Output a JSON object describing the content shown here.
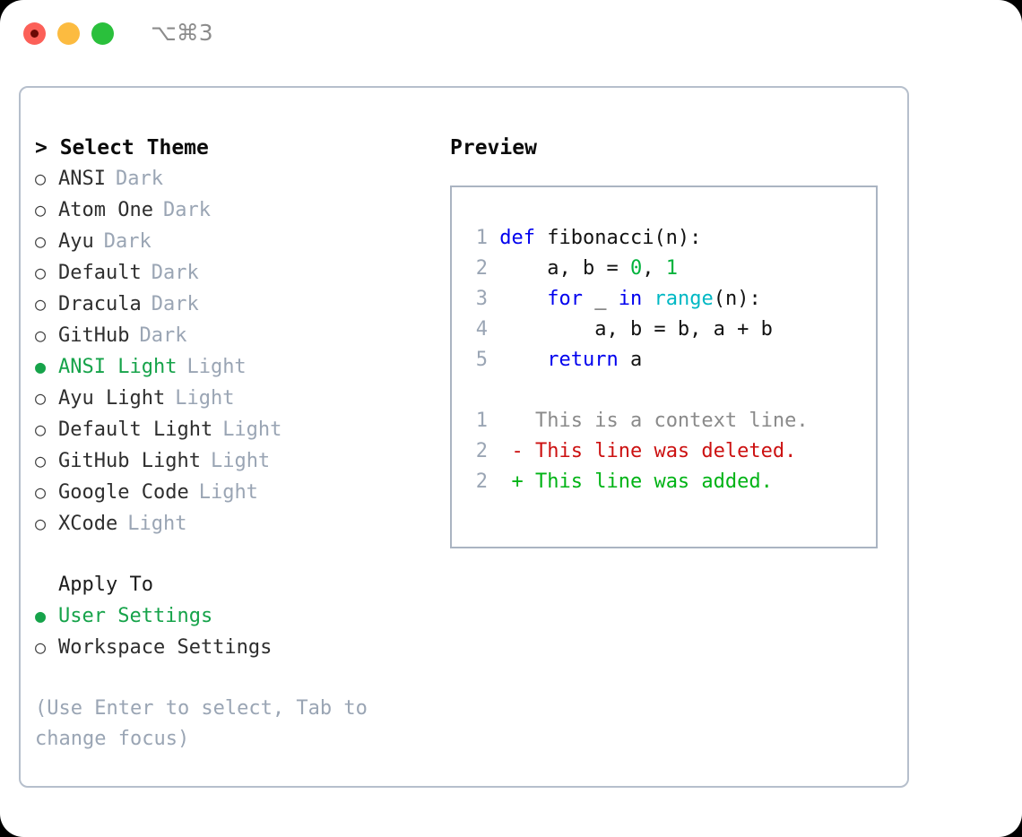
{
  "titlebar": {
    "shortcut": "⌥⌘3",
    "buttons": [
      {
        "name": "close",
        "color": "#fc6058"
      },
      {
        "name": "minimize",
        "color": "#fcbb40"
      },
      {
        "name": "maximize",
        "color": "#2ac03c"
      }
    ]
  },
  "theme_list": {
    "header": "> Select Theme",
    "items": [
      {
        "marker": "○",
        "name": "ANSI",
        "kind": "Dark",
        "selected": false
      },
      {
        "marker": "○",
        "name": "Atom One",
        "kind": "Dark",
        "selected": false
      },
      {
        "marker": "○",
        "name": "Ayu",
        "kind": "Dark",
        "selected": false
      },
      {
        "marker": "○",
        "name": "Default",
        "kind": "Dark",
        "selected": false
      },
      {
        "marker": "○",
        "name": "Dracula",
        "kind": "Dark",
        "selected": false
      },
      {
        "marker": "○",
        "name": "GitHub",
        "kind": "Dark",
        "selected": false
      },
      {
        "marker": "●",
        "name": "ANSI Light",
        "kind": "Light",
        "selected": true
      },
      {
        "marker": "○",
        "name": "Ayu Light",
        "kind": "Light",
        "selected": false
      },
      {
        "marker": "○",
        "name": "Default Light",
        "kind": "Light",
        "selected": false
      },
      {
        "marker": "○",
        "name": "GitHub Light",
        "kind": "Light",
        "selected": false
      },
      {
        "marker": "○",
        "name": "Google Code",
        "kind": "Light",
        "selected": false
      },
      {
        "marker": "○",
        "name": "XCode",
        "kind": "Light",
        "selected": false
      }
    ]
  },
  "apply_to": {
    "label": "Apply To",
    "options": [
      {
        "marker": "●",
        "name": "User Settings",
        "selected": true
      },
      {
        "marker": "○",
        "name": "Workspace Settings",
        "selected": false
      }
    ]
  },
  "hint": "(Use Enter to select, Tab to change focus)",
  "preview": {
    "header": "Preview",
    "code_lines": [
      {
        "num": "1",
        "tokens": [
          {
            "text": "def ",
            "cls": "tok-kw"
          },
          {
            "text": "fibonacci(n):",
            "cls": "tok-txt"
          }
        ]
      },
      {
        "num": "2",
        "tokens": [
          {
            "text": "    a, b = ",
            "cls": "tok-txt"
          },
          {
            "text": "0",
            "cls": "tok-num"
          },
          {
            "text": ", ",
            "cls": "tok-txt"
          },
          {
            "text": "1",
            "cls": "tok-num"
          }
        ]
      },
      {
        "num": "3",
        "tokens": [
          {
            "text": "    ",
            "cls": "tok-txt"
          },
          {
            "text": "for",
            "cls": "tok-kw"
          },
          {
            "text": " _ ",
            "cls": "tok-txt"
          },
          {
            "text": "in",
            "cls": "tok-kw"
          },
          {
            "text": " ",
            "cls": "tok-txt"
          },
          {
            "text": "range",
            "cls": "tok-fn"
          },
          {
            "text": "(n):",
            "cls": "tok-txt"
          }
        ]
      },
      {
        "num": "4",
        "tokens": [
          {
            "text": "        a, b = b, a + b",
            "cls": "tok-txt"
          }
        ]
      },
      {
        "num": "5",
        "tokens": [
          {
            "text": "    ",
            "cls": "tok-txt"
          },
          {
            "text": "return",
            "cls": "tok-kw"
          },
          {
            "text": " a",
            "cls": "tok-txt"
          }
        ]
      }
    ],
    "diff_lines": [
      {
        "num": "1",
        "sign": " ",
        "text": " This is a context line.",
        "cls": "d-ctx"
      },
      {
        "num": "2",
        "sign": "-",
        "text": " This line was deleted.",
        "cls": "d-del"
      },
      {
        "num": "2",
        "sign": "+",
        "text": " This line was added.",
        "cls": "d-add"
      }
    ]
  },
  "colors": {
    "accent_green": "#16a34a",
    "muted": "#9aa5b4",
    "keyword": "#0000ee",
    "function": "#00b8c4",
    "number": "#00b33c",
    "diff_deleted": "#cc1111",
    "diff_added": "#00b315",
    "border": "#b6bfcc"
  }
}
